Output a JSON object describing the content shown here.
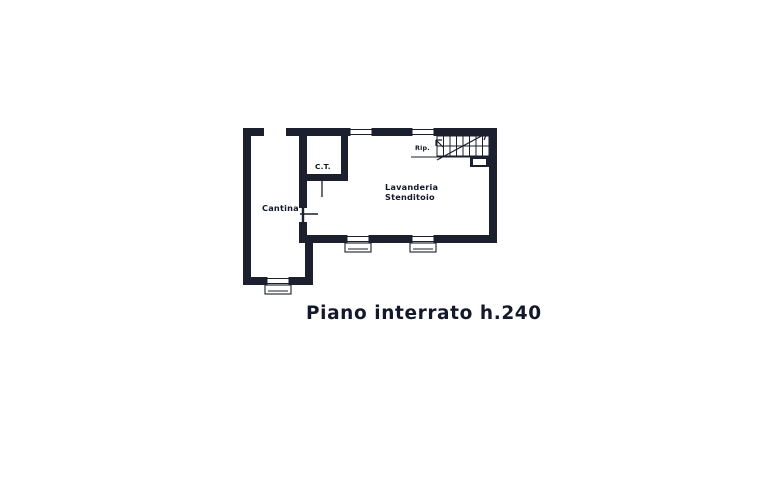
{
  "document": {
    "kind": "architectural-floor-plan",
    "caption": "Piano interrato  h.240",
    "caption_parts": {
      "floor_name": "Piano interrato",
      "height_note": "h.240"
    }
  },
  "plan": {
    "rooms": [
      {
        "id": "cantina",
        "label": "Cantina",
        "label_lines": [
          "Cantina"
        ]
      },
      {
        "id": "ct",
        "label": "C.T.",
        "label_lines": [
          "C.T."
        ]
      },
      {
        "id": "lavanderia",
        "label": "Lavanderia Stenditoio",
        "label_lines": [
          "Lavanderia",
          "Stenditoio"
        ]
      },
      {
        "id": "ripostiglio",
        "label": "Rip.",
        "label_lines": [
          "Rip."
        ]
      }
    ],
    "label_lavanderia_line1": "Lavanderia",
    "label_lavanderia_line2": "Stenditoio",
    "label_cantina": "Cantina",
    "label_ct": "C.T.",
    "label_rip": "Rip.",
    "features": {
      "staircase": "staircase-up",
      "window_count": 6,
      "door_count": 2
    },
    "colors": {
      "wall": "#1b1f2e",
      "paper": "#ffffff",
      "ink": "#13182a"
    }
  }
}
